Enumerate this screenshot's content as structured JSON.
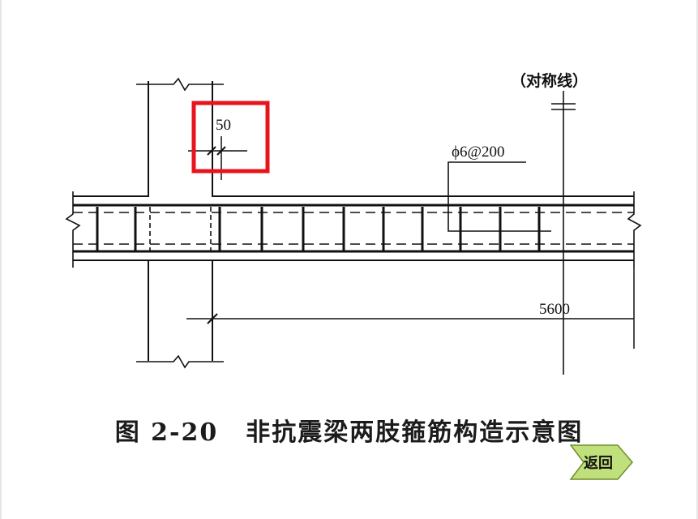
{
  "diagram": {
    "symmetry_label": "（对称线）",
    "dim_50": "50",
    "stirrup_label": "ϕ6@200",
    "dim_5600": "5600"
  },
  "caption": {
    "figure_number": "图 2-20",
    "title": "非抗震梁两肢箍筋构造示意图"
  },
  "highlight": {
    "color": "#e8141c"
  },
  "back_button": {
    "label": "返回",
    "fill": "#bfe07a"
  }
}
